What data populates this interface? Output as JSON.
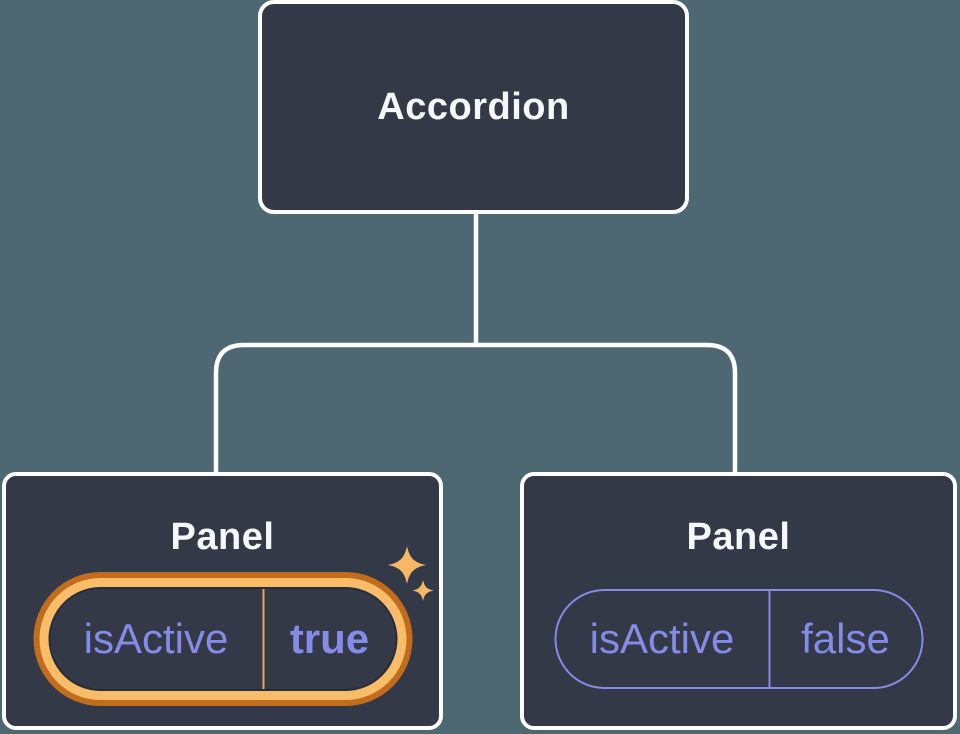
{
  "diagram": {
    "description": "React component tree showing state lifted into two Panel children",
    "tree": {
      "root": {
        "label": "Accordion"
      },
      "children": [
        {
          "label": "Panel",
          "state": {
            "name": "isActive",
            "value": "true"
          },
          "highlighted": true,
          "icon": "sparkle-icon"
        },
        {
          "label": "Panel",
          "state": {
            "name": "isActive",
            "value": "false"
          },
          "highlighted": false
        }
      ]
    }
  },
  "colors": {
    "background": "#4D6872",
    "node_fill": "#333947",
    "node_border": "#FFFFFF",
    "connector": "#FFFFFF",
    "purple": "#858CE7",
    "heading_text": "#F6F7F9",
    "highlight_outer": "#C16D1D",
    "highlight_inner": "#F9BC68",
    "highlight_inner_edge": "#272D3A",
    "divider_gold": "#E3A857",
    "sparkle": "#F8B766"
  }
}
